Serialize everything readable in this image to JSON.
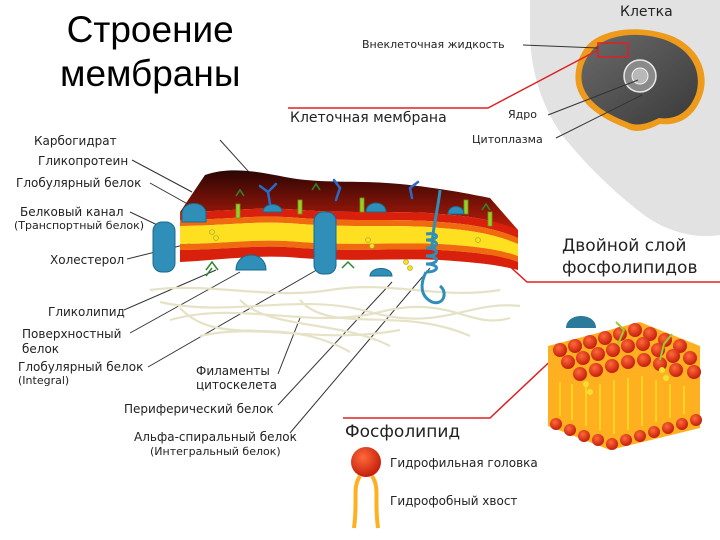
{
  "title": {
    "line1": "Строение",
    "line2": "мембраны"
  },
  "cell_inset": {
    "title": "Клетка",
    "extracellular": "Внеклеточная жидкость",
    "nucleus": "Ядро",
    "cytoplasm": "Цитоплазма"
  },
  "membrane_label": "Клеточная мембрана",
  "left_labels": {
    "carbohydrate": "Карбогидрат",
    "glycoprotein": "Гликопротеин",
    "globular_protein": "Глобулярный белок",
    "protein_channel": "Белковый канал",
    "protein_channel_sub": "(Транспортный белок)",
    "cholesterol": "Холестерол",
    "glycolipid": "Гликолипид",
    "surface_protein_1": "Поверхностный",
    "surface_protein_2": "белок",
    "globular_integral": "Глобулярный белок",
    "globular_integral_sub": "(Integral)"
  },
  "bottom_labels": {
    "filaments_1": "Филаменты",
    "filaments_2": "цитоскелета",
    "peripheral": "Периферический белок",
    "alpha_helix": "Альфа-спиральный белок",
    "alpha_helix_sub": "(Интегральный белок)"
  },
  "bilayer": {
    "line1": "Двойной слой",
    "line2": "фосфолипидов"
  },
  "phospholipid": {
    "title": "Фосфолипид",
    "head": "Гидрофильная головка",
    "tail": "Гидрофобный хвост"
  },
  "colors": {
    "outer_dark": "#4a0c06",
    "outer_red": "#b81a0a",
    "red": "#d8200c",
    "orange": "#f06a10",
    "yellow": "#ffe020",
    "protein": "#2f8fb8",
    "protein_dark": "#1a6a8c",
    "cholesterol": "#9ccc2c",
    "connector": "#e02020",
    "filament": "#e6e2c8"
  }
}
